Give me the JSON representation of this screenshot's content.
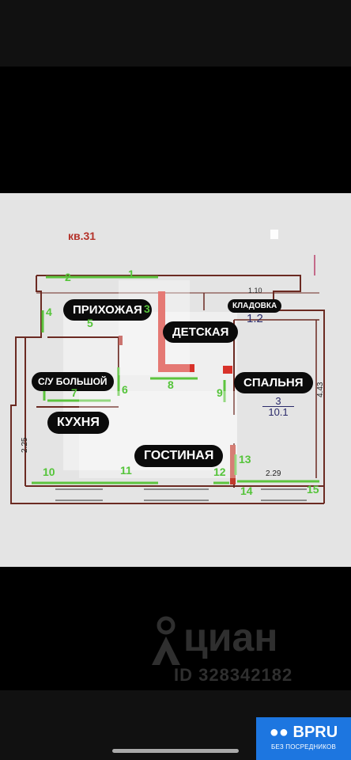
{
  "plan": {
    "apartment_heading": "кв.31",
    "rooms": {
      "hallway": "ПРИХОЖАЯ",
      "kids": "ДЕТСКАЯ",
      "storage": "КЛАДОВКА",
      "bathroom": "С/У БОЛЬШОЙ",
      "bedroom": "СПАЛЬНЯ",
      "kitchen": "КУХНЯ",
      "living": "ГОСТИНАЯ"
    },
    "dimensions": {
      "storage_width": "1.10",
      "storage_area": "1.2",
      "bedroom_depth": "4.43",
      "kitchen_width": "2.25",
      "bottom_right": "2.29"
    },
    "bedroom_area": {
      "num": "3",
      "value": "10.1"
    },
    "markers": [
      "1",
      "2",
      "3",
      "4",
      "5",
      "6",
      "7",
      "8",
      "9",
      "10",
      "11",
      "12",
      "13",
      "14",
      "15"
    ]
  },
  "watermark": {
    "brand": "циан",
    "listing_id": "ID 328342182"
  },
  "badge": {
    "brand": "BPRU",
    "tagline": "БЕЗ ПОСРЕДНИКОВ"
  }
}
